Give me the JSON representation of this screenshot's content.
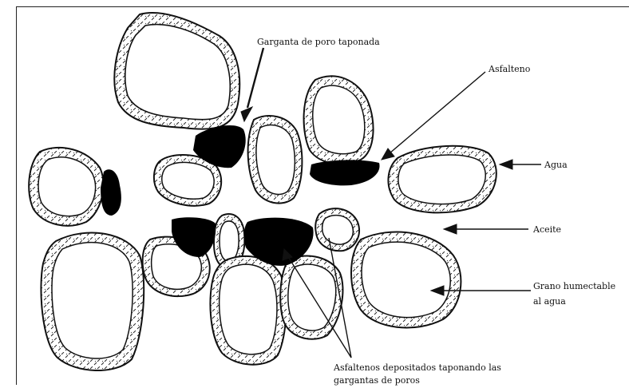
{
  "diagram": {
    "labels": {
      "plugged_throat": "Garganta de poro taponada",
      "asphaltene": "Asfalteno",
      "water": "Agua",
      "oil": "Aceite",
      "water_wet_grain_line1": "Grano humectable",
      "water_wet_grain_line2": "al agua",
      "deposited_line1": "Asfaltenos depositados taponando las",
      "deposited_line2": "gargantas de poros"
    },
    "colors": {
      "ink": "#111111",
      "asphaltene_fill": "#000000",
      "background": "#ffffff"
    }
  }
}
